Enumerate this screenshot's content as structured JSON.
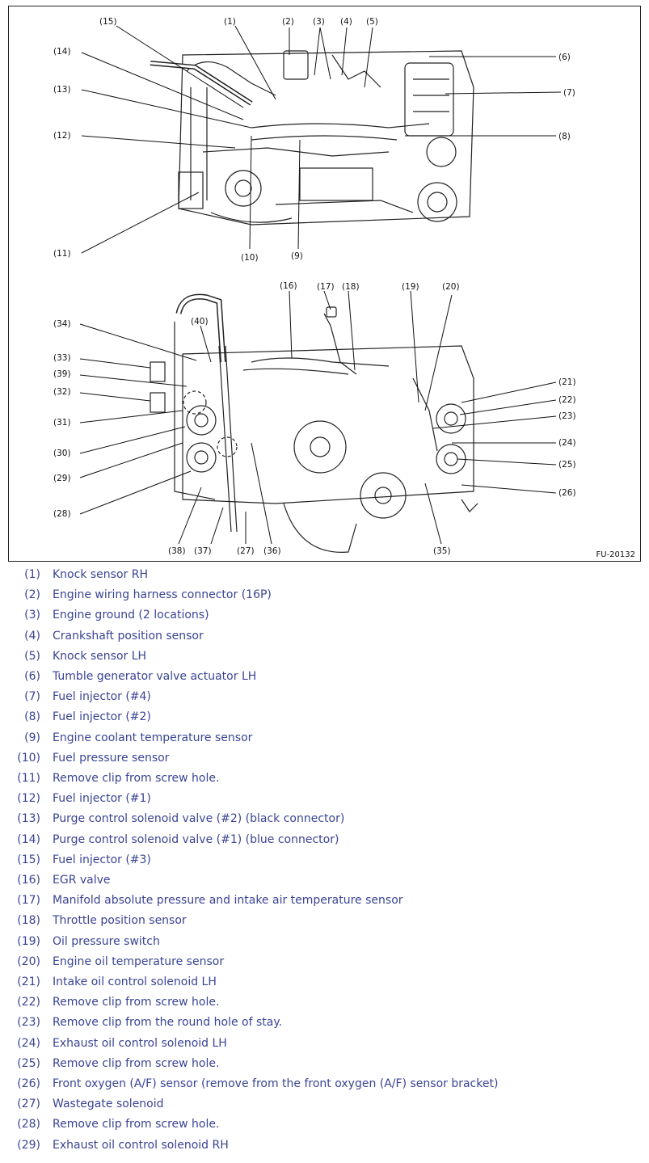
{
  "figure": {
    "code": "FU-20132",
    "callouts_top": [
      "(15)",
      "(1)",
      "(2)",
      "(3)",
      "(4)",
      "(5)",
      "(6)",
      "(7)",
      "(8)",
      "(14)",
      "(13)",
      "(12)",
      "(11)",
      "(10)",
      "(9)"
    ],
    "callouts_bottom": [
      "(16)",
      "(17)",
      "(18)",
      "(19)",
      "(20)",
      "(34)",
      "(40)",
      "(33)",
      "(39)",
      "(32)",
      "(31)",
      "(30)",
      "(29)",
      "(28)",
      "(21)",
      "(22)",
      "(23)",
      "(24)",
      "(25)",
      "(26)",
      "(38)",
      "(37)",
      "(27)",
      "(36)",
      "(35)"
    ]
  },
  "legend": [
    {
      "num": "(1)",
      "text": "Knock sensor RH"
    },
    {
      "num": "(2)",
      "text": "Engine wiring harness connector (16P)"
    },
    {
      "num": "(3)",
      "text": "Engine ground (2 locations)"
    },
    {
      "num": "(4)",
      "text": "Crankshaft position sensor"
    },
    {
      "num": "(5)",
      "text": "Knock sensor LH"
    },
    {
      "num": "(6)",
      "text": "Tumble generator valve actuator LH"
    },
    {
      "num": "(7)",
      "text": "Fuel injector (#4)"
    },
    {
      "num": "(8)",
      "text": "Fuel injector (#2)"
    },
    {
      "num": "(9)",
      "text": "Engine coolant temperature sensor"
    },
    {
      "num": "(10)",
      "text": "Fuel pressure sensor"
    },
    {
      "num": "(11)",
      "text": "Remove clip from screw hole."
    },
    {
      "num": "(12)",
      "text": "Fuel injector (#1)"
    },
    {
      "num": "(13)",
      "text": "Purge control solenoid valve (#2) (black connector)"
    },
    {
      "num": "(14)",
      "text": "Purge control solenoid valve (#1) (blue connector)"
    },
    {
      "num": "(15)",
      "text": "Fuel injector (#3)"
    },
    {
      "num": "(16)",
      "text": "EGR valve"
    },
    {
      "num": "(17)",
      "text": "Manifold absolute pressure and intake air temperature sensor"
    },
    {
      "num": "(18)",
      "text": "Throttle position sensor"
    },
    {
      "num": "(19)",
      "text": "Oil pressure switch"
    },
    {
      "num": "(20)",
      "text": "Engine oil temperature sensor"
    },
    {
      "num": "(21)",
      "text": "Intake oil control solenoid LH"
    },
    {
      "num": "(22)",
      "text": "Remove clip from screw hole."
    },
    {
      "num": "(23)",
      "text": "Remove clip from the round hole of stay."
    },
    {
      "num": "(24)",
      "text": "Exhaust oil control solenoid LH"
    },
    {
      "num": "(25)",
      "text": "Remove clip from screw hole."
    },
    {
      "num": "(26)",
      "text": "Front oxygen (A/F) sensor (remove from the front oxygen (A/F) sensor bracket)"
    },
    {
      "num": "(27)",
      "text": "Wastegate solenoid"
    },
    {
      "num": "(28)",
      "text": "Remove clip from screw hole."
    },
    {
      "num": "(29)",
      "text": "Exhaust oil control solenoid RH"
    }
  ]
}
